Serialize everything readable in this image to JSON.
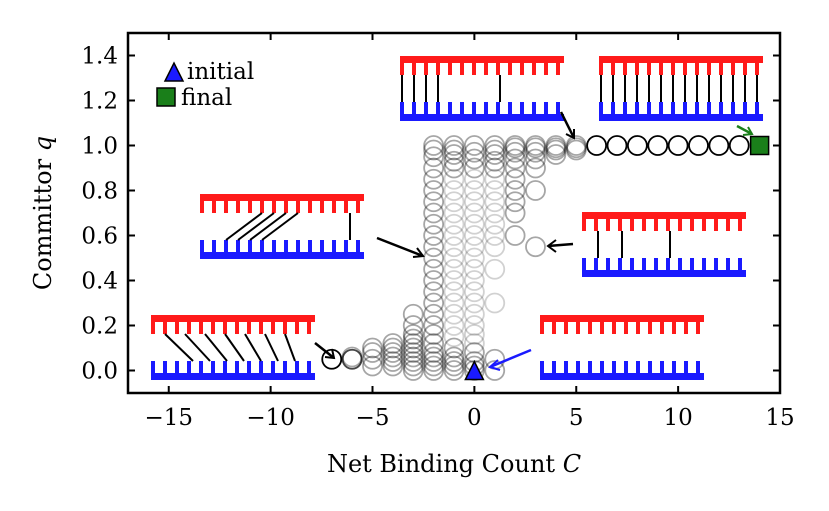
{
  "chart_data": {
    "type": "scatter",
    "xlabel_text": "Net Binding Count",
    "xlabel_var": "C",
    "ylabel_text": "Committor",
    "ylabel_var": "q",
    "xlim": [
      -17,
      15
    ],
    "ylim": [
      -0.1,
      1.5
    ],
    "xticks": [
      -15,
      -10,
      -5,
      0,
      5,
      10,
      15
    ],
    "xtick_labels": [
      "−15",
      "−10",
      "−5",
      "0",
      "5",
      "10",
      "15"
    ],
    "yticks": [
      0.0,
      0.2,
      0.4,
      0.6,
      0.8,
      1.0,
      1.2,
      1.4
    ],
    "ytick_labels": [
      "0.0",
      "0.2",
      "0.4",
      "0.6",
      "0.8",
      "1.0",
      "1.2",
      "1.4"
    ],
    "grid": false,
    "legend": {
      "placement": "top-left",
      "entries": [
        {
          "label": "initial",
          "marker": "triangle",
          "color": "#1a1aff"
        },
        {
          "label": "final",
          "marker": "square",
          "color": "#1a7f1a"
        }
      ]
    },
    "markers": {
      "initial": {
        "x": 0,
        "y": 0.0,
        "color": "#1a1aff"
      },
      "final": {
        "x": 14,
        "y": 1.0,
        "color": "#1a7f1a"
      }
    },
    "series": [
      {
        "x": -7,
        "y": [
          0.05
        ]
      },
      {
        "x": -6,
        "y": [
          0.05,
          0.05,
          0.05,
          0.06
        ]
      },
      {
        "x": -5,
        "y": [
          0.02,
          0.05,
          0.08,
          0.1
        ]
      },
      {
        "x": -4,
        "y": [
          0.02,
          0.04,
          0.06,
          0.08,
          0.1,
          0.12
        ]
      },
      {
        "x": -3,
        "y": [
          0.0,
          0.02,
          0.04,
          0.06,
          0.08,
          0.1,
          0.12,
          0.14,
          0.16,
          0.2,
          0.25
        ]
      },
      {
        "x": -2,
        "y": [
          0.0,
          0.02,
          0.04,
          0.06,
          0.08,
          0.12,
          0.16,
          0.2,
          0.25,
          0.3,
          0.35,
          0.4,
          0.45,
          0.5,
          0.55,
          0.6,
          0.65,
          0.7,
          0.75,
          0.8,
          0.85,
          0.9,
          0.95,
          0.98,
          1.0
        ]
      },
      {
        "x": -1,
        "y": [
          0.0,
          0.02,
          0.04,
          0.06,
          0.1,
          0.15,
          0.2,
          0.25,
          0.3,
          0.35,
          0.4,
          0.45,
          0.5,
          0.55,
          0.6,
          0.65,
          0.7,
          0.75,
          0.8,
          0.85,
          0.9,
          0.93,
          0.96,
          0.98,
          1.0
        ]
      },
      {
        "x": 0,
        "y": [
          0.0,
          0.02,
          0.04,
          0.08,
          0.12,
          0.16,
          0.2,
          0.25,
          0.3,
          0.35,
          0.4,
          0.45,
          0.5,
          0.55,
          0.6,
          0.65,
          0.7,
          0.75,
          0.8,
          0.85,
          0.9,
          0.94,
          0.97,
          1.0
        ]
      },
      {
        "x": 1,
        "y": [
          0.0,
          0.05,
          0.3,
          0.45,
          0.55,
          0.6,
          0.65,
          0.7,
          0.75,
          0.8,
          0.85,
          0.9,
          0.93,
          0.96,
          0.98,
          1.0
        ]
      },
      {
        "x": 2,
        "y": [
          0.6,
          0.7,
          0.75,
          0.8,
          0.85,
          0.9,
          0.94,
          0.97,
          0.99,
          1.0
        ]
      },
      {
        "x": 3,
        "y": [
          0.55,
          0.8,
          0.9,
          0.94,
          0.97,
          0.99,
          1.0
        ]
      },
      {
        "x": 4,
        "y": [
          0.96,
          0.98,
          0.99,
          1.0
        ]
      },
      {
        "x": 5,
        "y": [
          0.98,
          0.99,
          1.0
        ]
      },
      {
        "x": 6,
        "y": [
          1.0
        ]
      },
      {
        "x": 7,
        "y": [
          1.0
        ]
      },
      {
        "x": 8,
        "y": [
          1.0
        ]
      },
      {
        "x": 9,
        "y": [
          1.0
        ]
      },
      {
        "x": 10,
        "y": [
          1.0
        ]
      },
      {
        "x": 11,
        "y": [
          1.0
        ]
      },
      {
        "x": 12,
        "y": [
          1.0
        ]
      },
      {
        "x": 13,
        "y": [
          1.0
        ]
      }
    ]
  },
  "colors": {
    "strand_top": "#ff1a1a",
    "strand_bottom": "#1a1aff",
    "initial_marker": "#1a1aff",
    "final_marker": "#1a7f1a",
    "frame": "#000000"
  }
}
